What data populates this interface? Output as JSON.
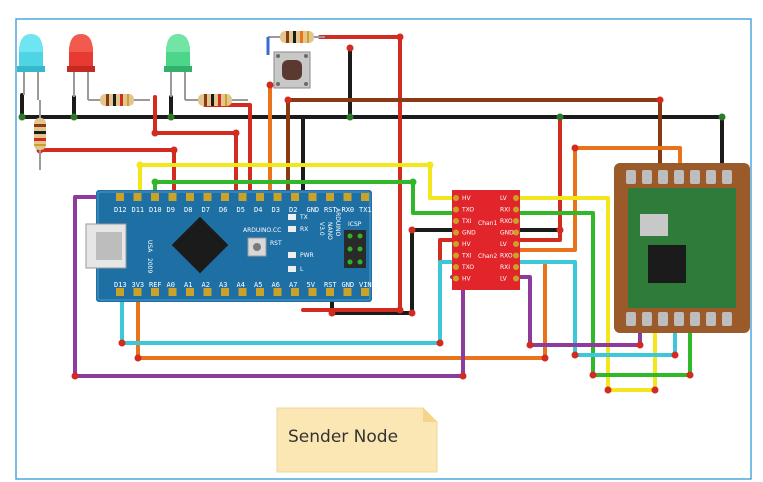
{
  "note": {
    "label": "Sender Node"
  },
  "arduino": {
    "top_pins": [
      "D12",
      "D11",
      "D10",
      "D9",
      "D8",
      "D7",
      "D6",
      "D5",
      "D4",
      "D3",
      "D2",
      "GND",
      "RST",
      "RX0",
      "TX1"
    ],
    "bottom_pins": [
      "D13",
      "3V3",
      "REF",
      "A0",
      "A1",
      "A2",
      "A3",
      "A4",
      "A5",
      "A6",
      "A7",
      "5V",
      "RST",
      "GND",
      "VIN"
    ],
    "brand": "ARDUINO.CC",
    "model_line1": "ARDUINO",
    "model_line2": "NANO",
    "model_line3": "V3.0",
    "usa": "USA",
    "year": "2009",
    "icsp": "ICSP",
    "tx": "TX",
    "rx": "RX",
    "pwr": "PWR",
    "l": "L",
    "rst": "RST"
  },
  "level_shifter": {
    "left_pins": [
      "HV",
      "TXO",
      "TXI",
      "GND",
      "HV",
      "TXI",
      "TXO",
      "HV"
    ],
    "right_pins": [
      "LV",
      "RXI",
      "RXO",
      "GND",
      "LV",
      "RXO",
      "RXI",
      "LV"
    ],
    "chan1": "Chan1",
    "chan2": "Chan2"
  },
  "colors": {
    "red": "#d22b1f",
    "yellow": "#f4e61c",
    "green": "#30b82a",
    "black": "#1b1b1b",
    "brown": "#8a3a10",
    "orange": "#e8731a",
    "cyan": "#3cc8d8",
    "purple": "#8d3c9c",
    "nano_blue": "#1d6fa4",
    "shifter_red": "#e2242b",
    "frame_blue": "#4fa5dc"
  }
}
